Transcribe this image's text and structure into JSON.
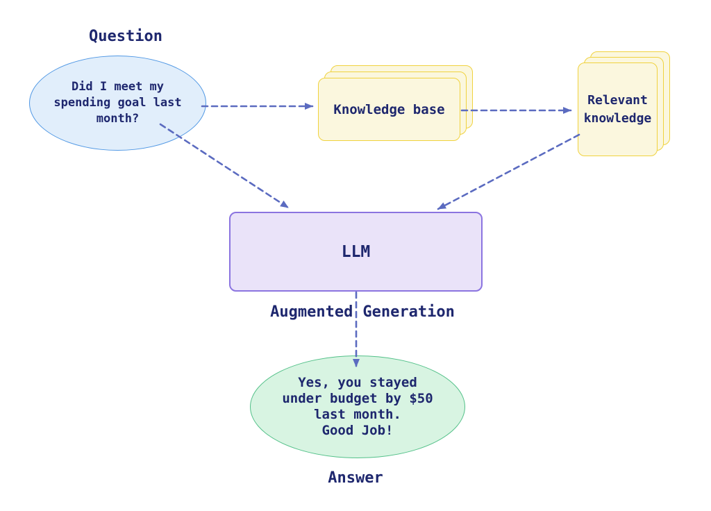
{
  "colors": {
    "background": "#ffffff",
    "text": "#1e276e",
    "arrow": "#5b6bc0",
    "blue_fill": "#e1eefb",
    "blue_stroke": "#4f97e4",
    "yellow_fill": "#fbf7de",
    "yellow_stroke": "#f0d23e",
    "purple_fill": "#eae3f9",
    "purple_stroke": "#8b74e0",
    "green_fill": "#d8f4e2",
    "green_stroke": "#52c088"
  },
  "nodes": {
    "question": {
      "label": "Question",
      "text": "Did I meet my\nspending goal last\nmonth?"
    },
    "knowledge_base": {
      "label": "Knowledge base"
    },
    "relevant_knowledge": {
      "label": "Relevant\nknowledge"
    },
    "llm": {
      "label": "LLM"
    },
    "augmented_generation": {
      "word1": "Augmented",
      "word2": "Generation"
    },
    "answer": {
      "label": "Answer",
      "text": "Yes, you stayed\nunder budget by $50\nlast month.\nGood Job!"
    }
  },
  "edges": [
    {
      "from": "question",
      "to": "knowledge_base",
      "style": "dashed-arrow"
    },
    {
      "from": "knowledge_base",
      "to": "relevant_knowledge",
      "style": "dashed-arrow"
    },
    {
      "from": "question",
      "to": "llm",
      "style": "dashed-arrow"
    },
    {
      "from": "relevant_knowledge",
      "to": "llm",
      "style": "dashed-arrow"
    },
    {
      "from": "llm",
      "to": "answer",
      "style": "dashed-arrow"
    }
  ]
}
